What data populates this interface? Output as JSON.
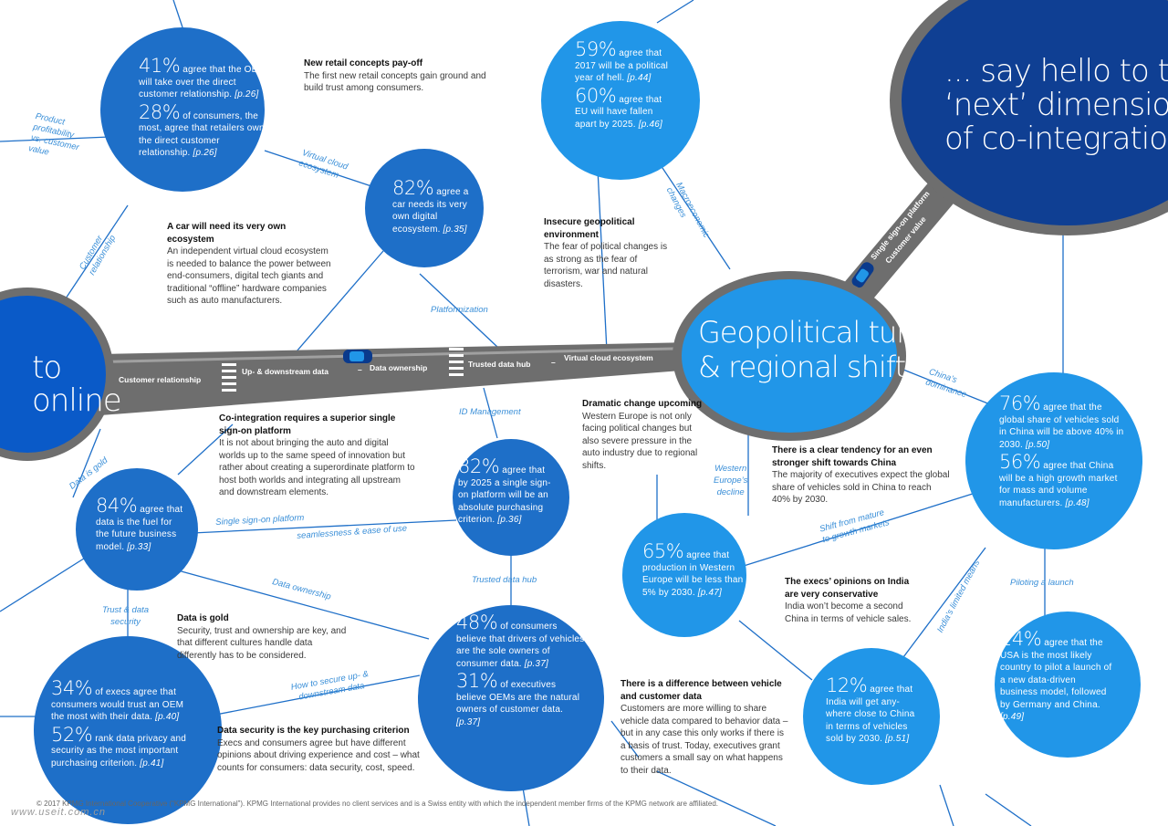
{
  "road_labels": [
    "Customer relationship",
    "Up- & downstream data",
    "–",
    "Data ownership",
    "Trusted data hub",
    "–",
    "Virtual cloud ecosystem"
  ],
  "branch_road_labels": [
    "Single sign-on platform",
    "Customer value"
  ],
  "left_title": "to\nonline",
  "center_title": "Geopolitical turmoil\n& regional shift",
  "quote_title": "... say hello to the\n‘next’ dimension\nof co-integration.",
  "quote_mark": "”",
  "circles": {
    "c41": {
      "p1_pct": "41%",
      "p1_text": "agree that the OEM will take over the direct customer relationship.",
      "p1_ref": "[p.26]",
      "p2_pct": "28%",
      "p2_text": "of consumers, the most, agree that retailers own the direct customer relationship.",
      "p2_ref": "[p.26]"
    },
    "c82a": {
      "pct": "82%",
      "text": "agree a car needs its very own digital ecosystem.",
      "ref": "[p.35]"
    },
    "c59": {
      "p1_pct": "59%",
      "p1_text": "agree that 2017 will be a political year of hell.",
      "p1_ref": "[p.44]",
      "p2_pct": "60%",
      "p2_text": "agree that EU will have fallen apart by 2025.",
      "p2_ref": "[p.46]"
    },
    "c84": {
      "pct": "84%",
      "text": "agree that data is the fuel for the future business model.",
      "ref": "[p.33]"
    },
    "c82b": {
      "pct": "82%",
      "text": "agree that by 2025 a single sign-on platform will be an absolute purchasing criterion.",
      "ref": "[p.36]"
    },
    "c65": {
      "pct": "65%",
      "text": "agree that production in Western Europe will be less than 5% by 2030.",
      "ref": "[p.47]"
    },
    "c76": {
      "p1_pct": "76%",
      "p1_text": "agree that the global share of vehicles sold in China will be above 40% in 2030.",
      "p1_ref": "[p.50]",
      "p2_pct": "56%",
      "p2_text": "agree that China will be a high growth market for mass and volume manufacturers.",
      "p2_ref": "[p.48]"
    },
    "c48": {
      "p1_pct": "48%",
      "p1_text": "of consumers believe that drivers of vehicles are the sole owners of consumer data.",
      "p1_ref": "[p.37]",
      "p2_pct": "31%",
      "p2_text": "of executives believe OEMs are the natural owners of customer data.",
      "p2_ref": "[p.37]"
    },
    "c34": {
      "p1_pct": "34%",
      "p1_text": "of execs agree that consumers would trust an OEM the most with their data.",
      "p1_ref": "[p.40]",
      "p2_pct": "52%",
      "p2_text": "rank data privacy and security as the most important purchasing criterion.",
      "p2_ref": "[p.41]"
    },
    "c12": {
      "pct": "12%",
      "text": "agree that India will get any-where close to China in terms of vehicles sold by 2030.",
      "ref": "[p.51]"
    },
    "c14": {
      "pct": "14%",
      "text": "agree that the USA is the most likely country to pilot a launch of a new data-driven business model, followed by Germany and China.",
      "ref": "[p.49]"
    }
  },
  "texts": {
    "retail": {
      "title": "New retail concepts pay-off",
      "body": "The first new retail concepts gain ground and build trust among consumers."
    },
    "ecosystem": {
      "title": "A car will need its very own ecosystem",
      "body": "An independent virtual cloud ecosystem is needed to balance the power between end-consumers, digital tech giants and traditional “offline” hardware companies such as auto manufacturers."
    },
    "geopolitical": {
      "title": "Insecure geopolitical environment",
      "body": "The fear of political changes is as strong as the fear of terrorism, war and natural disasters."
    },
    "signon": {
      "title": "Co-integration requires a superior single sign-on platform",
      "body": "It is not about bringing the auto and digital worlds up to the same speed of innovation but rather about creating a superordinate platform to host both worlds and integrating all upstream and downstream elements."
    },
    "dramatic": {
      "title": "Dramatic change upcoming",
      "body": "Western Europe is not only facing political changes but also severe pressure in the auto industry due to regional shifts."
    },
    "china": {
      "title": "There is a clear tendency for an even stronger shift towards China",
      "body": "The majority of executives expect the global share of vehicles sold in China to reach 40% by 2030."
    },
    "india": {
      "title": "The execs’ opinions on India are very conservative",
      "body": "India won’t become a second China in terms of vehicle sales."
    },
    "datagold": {
      "title": "Data is gold",
      "body": "Security, trust and ownership are key, and that different cultures handle data differently has to be considered."
    },
    "difference": {
      "title": "There is a difference between vehicle and customer data",
      "body": "Customers are more willing to share vehicle data compared to behavior data – but in any case this only works if there is a basis of trust. Today, executives grant customers a small say on what happens to their data."
    },
    "security": {
      "title": "Data security is the key purchasing criterion",
      "body": "Execs and consumers agree but have different opinions about driving experience and cost – what counts for consumers: data security, cost, speed."
    }
  },
  "labels": {
    "product": "Product\nprofitability\nvs. customer\nvalue",
    "virtual": "Virtual cloud\necosystem",
    "customer_rel": "Customer\nrelationship",
    "platformization": "Platformization",
    "macro": "Macroeconomic\nchanges",
    "china_dom": "China’s\ndominance",
    "id_mgmt": "ID Management",
    "data_gold": "Data is gold",
    "western": "Western\nEurope’s\ndecline",
    "single_sign": "Single sign-on platform",
    "seamless": "seamlessness & ease of use",
    "shift": "Shift from mature\nto growth markets",
    "trusted_hub": "Trusted data hub",
    "data_own": "Data ownership",
    "india_lim": "India’s limited means",
    "piloting": "Piloting a launch",
    "trust_sec": "Trust & data\nsecurity",
    "how_secure": "How to secure up- &\ndownstream data"
  },
  "footer": "© 2017 KPMG International Cooperative (“KPMG International”). KPMG International provides no client services and is a Swiss entity with which the independent member firms of the KPMG network are affiliated.",
  "watermark": "www.useit.com.cn",
  "colors": {
    "navy": "#0a3a8c",
    "mid": "#1e6fc8",
    "light": "#2196e8",
    "road": "#6e6e6e",
    "line": "#1e6fc8"
  }
}
